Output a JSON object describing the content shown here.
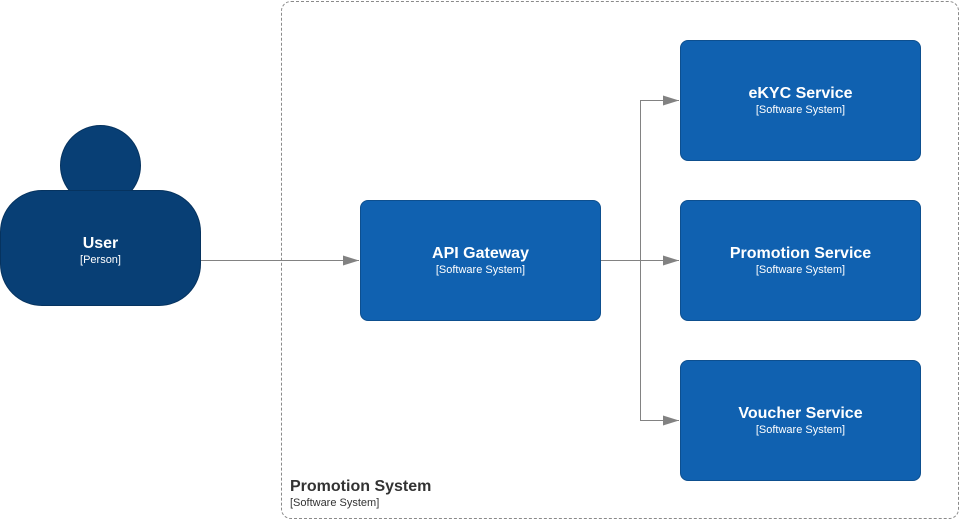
{
  "boundary": {
    "title": "Promotion System",
    "type": "[Software System]"
  },
  "person": {
    "name": "User",
    "type": "[Person]"
  },
  "nodes": {
    "gateway": {
      "name": "API Gateway",
      "type": "[Software System]"
    },
    "ekyc": {
      "name": "eKYC Service",
      "type": "[Software System]"
    },
    "promotion": {
      "name": "Promotion Service",
      "type": "[Software System]"
    },
    "voucher": {
      "name": "Voucher Service",
      "type": "[Software System]"
    }
  },
  "colors": {
    "person": "#083f75",
    "system": "#1061b0",
    "line": "#828282",
    "boundary": "#8a8a8a"
  }
}
